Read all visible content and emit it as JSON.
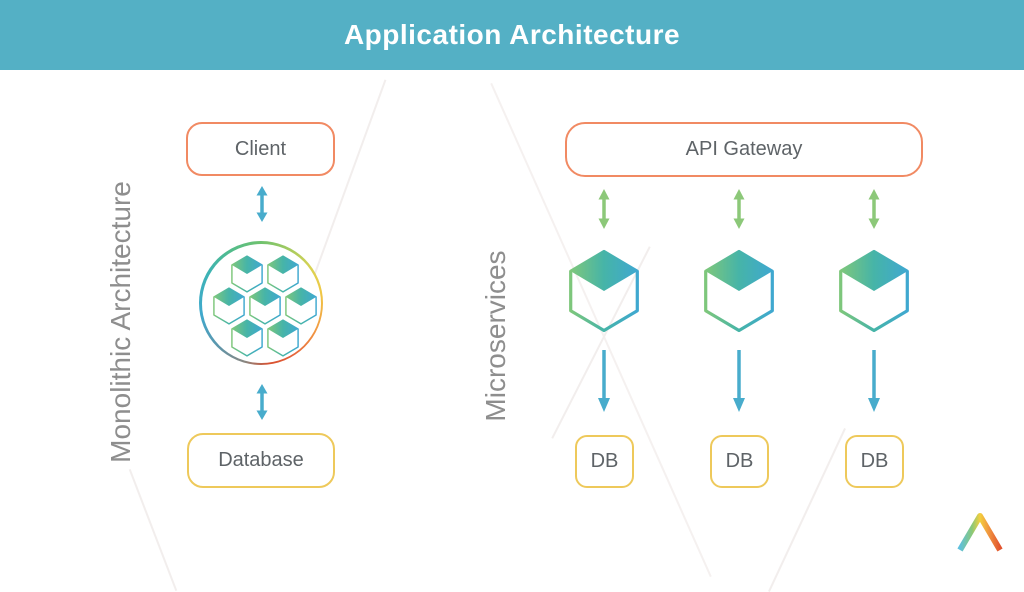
{
  "header": {
    "title": "Application Architecture"
  },
  "monolith": {
    "section_label": "Monolithic Architecture",
    "client_label": "Client",
    "database_label": "Database",
    "cube_count": 7
  },
  "microservices": {
    "section_label": "Microservices",
    "gateway_label": "API Gateway",
    "services": [
      {
        "db_label": "DB"
      },
      {
        "db_label": "DB"
      },
      {
        "db_label": "DB"
      }
    ]
  },
  "icons": {
    "monolith_circle": "gradient-ring-with-hex-cubes",
    "service_cube": "hexagon-cube-icon",
    "double_arrow": "double-headed-arrow-icon",
    "down_arrow": "down-arrow-icon",
    "logo": "gradient-caret-logo"
  },
  "colors": {
    "header_bg": "#54B0C5",
    "title_text": "#FFFFFF",
    "box_border_orange": "#F18A63",
    "box_border_yellow": "#EEC95B",
    "box_text": "#5E6367",
    "section_label_gray": "#8E8E8E",
    "arrow_blue": "#48ACCC",
    "arrow_green": "#8CC879",
    "cube_gradient_start": "#7EC77B",
    "cube_gradient_end": "#3FA8D0"
  }
}
